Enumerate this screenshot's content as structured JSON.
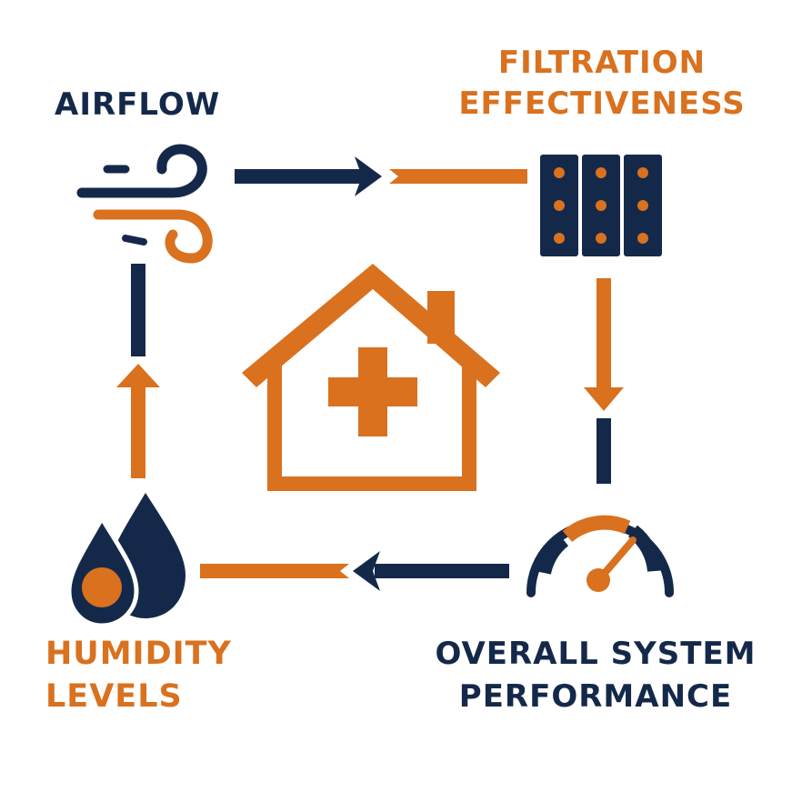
{
  "colors": {
    "navy": "#14294a",
    "orange": "#d9711f",
    "background": "#ffffff"
  },
  "nodes": {
    "airflow": {
      "label": "AIRFLOW",
      "icon": "wind-icon"
    },
    "filtration": {
      "label_line1": "FILTRATION",
      "label_line2": "EFFECTIVENESS",
      "icon": "air-filter-icon"
    },
    "performance": {
      "label_line1": "OVERALL SYSTEM",
      "label_line2": "PERFORMANCE",
      "icon": "gauge-icon"
    },
    "humidity": {
      "label_line1": "HUMIDITY",
      "label_line2": "LEVELS",
      "icon": "water-drops-icon"
    }
  },
  "center": {
    "icon": "house-health-cross-icon"
  },
  "cycle": [
    {
      "from": "airflow",
      "to": "filtration",
      "direction": "right"
    },
    {
      "from": "filtration",
      "to": "performance",
      "direction": "down"
    },
    {
      "from": "performance",
      "to": "humidity",
      "direction": "left"
    },
    {
      "from": "humidity",
      "to": "airflow",
      "direction": "up"
    }
  ]
}
